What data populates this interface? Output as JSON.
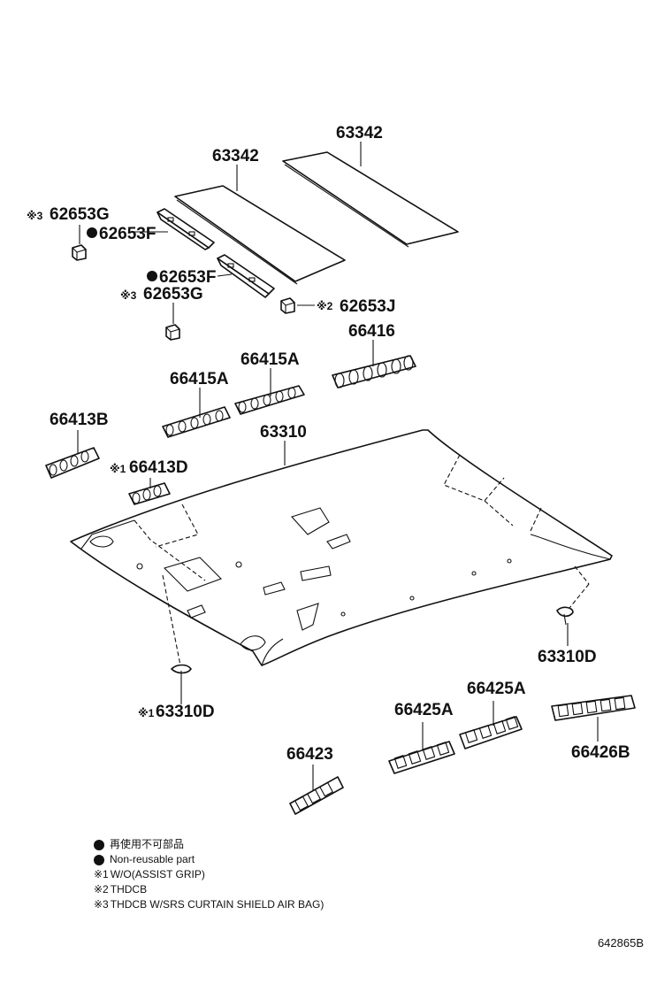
{
  "labels": {
    "p63342_right": "63342",
    "p63342_left": "63342",
    "p62653G_top_mark": "※3",
    "p62653G_top": "62653G",
    "p62653F_top": "62653F",
    "p62653F_mid": "62653F",
    "p62653G_mid_mark": "※3",
    "p62653G_mid": "62653G",
    "p62653J_mark": "※2",
    "p62653J": "62653J",
    "p66416": "66416",
    "p66415A_right": "66415A",
    "p66415A_left": "66415A",
    "p66413B": "66413B",
    "p66413D_mark": "※1",
    "p66413D": "66413D",
    "p63310": "63310",
    "p63310D_right": "63310D",
    "p63310D_left_mark": "※1",
    "p63310D_left": "63310D",
    "p66425A_right": "66425A",
    "p66425A_left": "66425A",
    "p66426B": "66426B",
    "p66423": "66423"
  },
  "legend": {
    "jp": "再使用不可部品",
    "en": "Non-reusable part",
    "n1_mark": "※1",
    "n1": "W/O(ASSIST GRIP)",
    "n2_mark": "※2",
    "n2": "THDCB",
    "n3_mark": "※3",
    "n3": "THDCB W/SRS CURTAIN SHIELD AIR BAG)"
  },
  "doc_id": "642865B"
}
